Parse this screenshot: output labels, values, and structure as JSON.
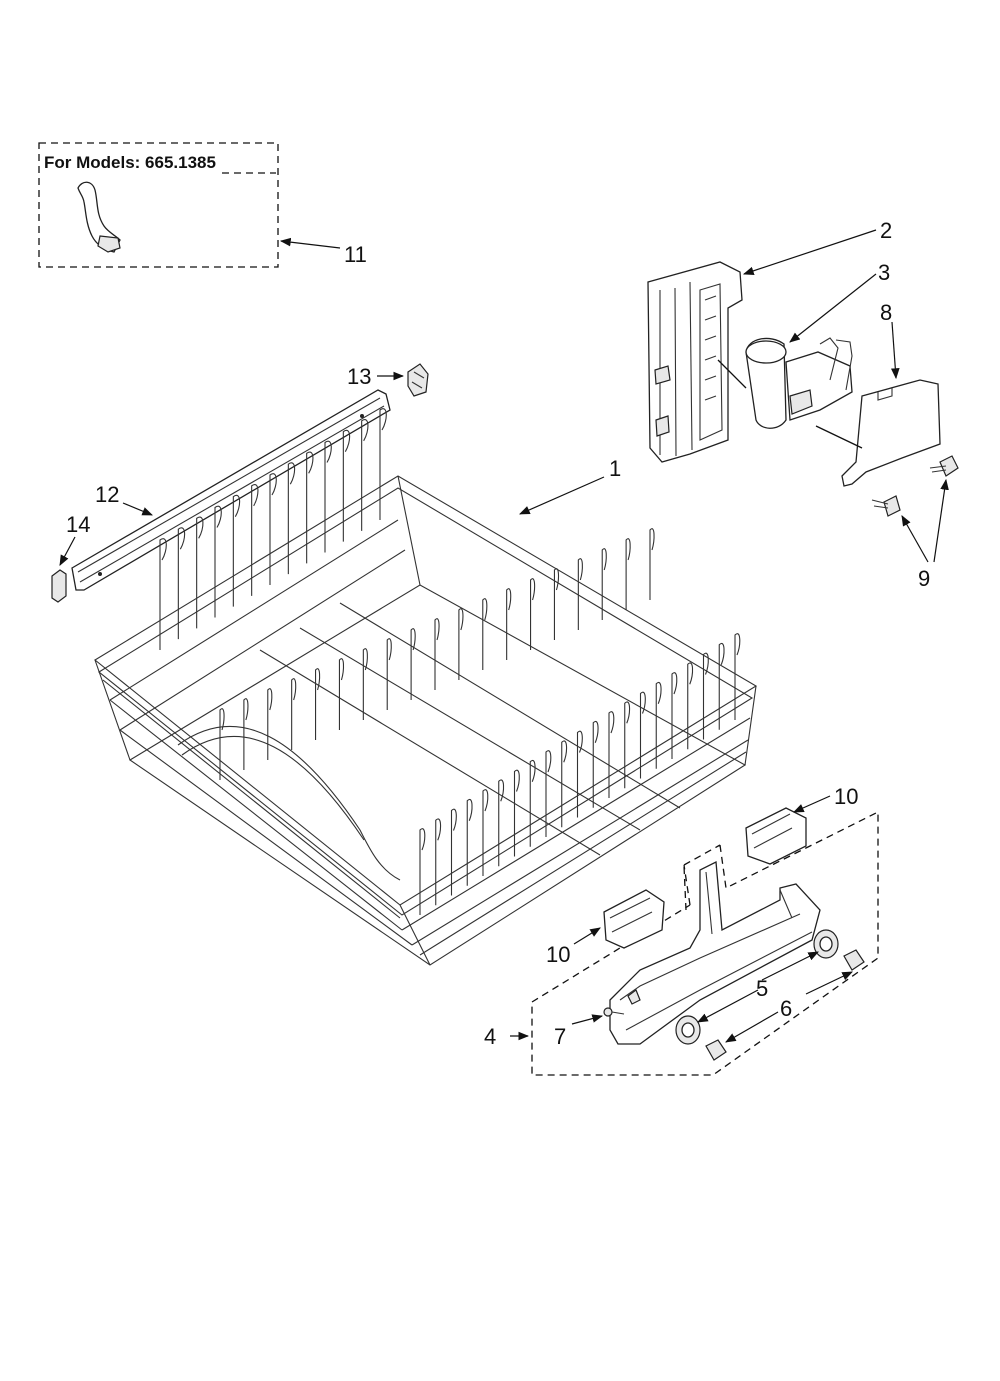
{
  "models_note": {
    "label": "For Models: 665.1385"
  },
  "callouts": {
    "c1": "1",
    "c2": "2",
    "c3": "3",
    "c4": "4",
    "c5": "5",
    "c6": "6",
    "c7": "7",
    "c8": "8",
    "c9": "9",
    "c10a": "10",
    "c10b": "10",
    "c11": "11",
    "c12": "12",
    "c13": "13",
    "c14": "14"
  },
  "colors": {
    "ink": "#111111",
    "background": "#ffffff"
  }
}
